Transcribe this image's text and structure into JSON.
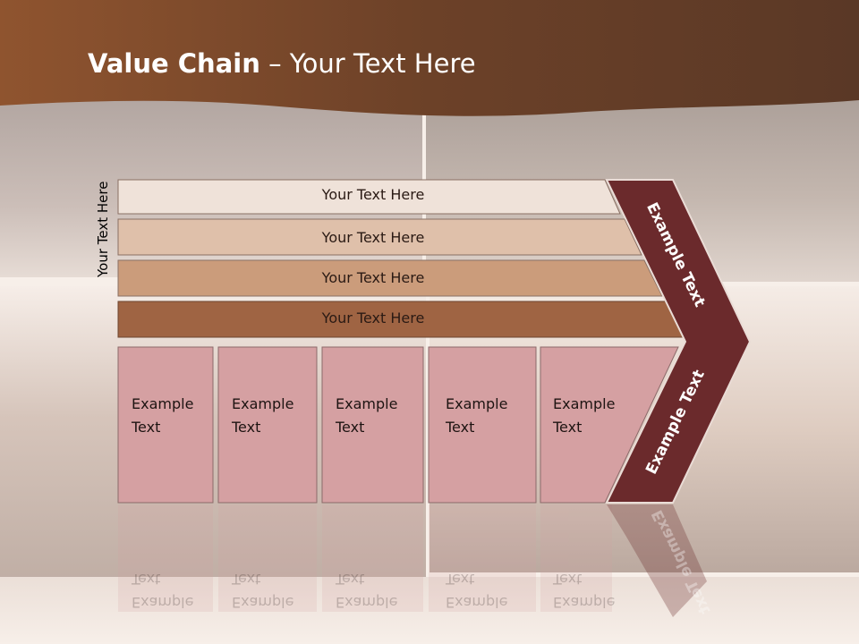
{
  "slide": {
    "title_bold": "Value Chain",
    "title_rest": " – Your Text Here",
    "side_label": "Your Text Here",
    "bars": [
      {
        "label": "Your Text Here",
        "color": "#efe2d9"
      },
      {
        "label": "Your Text Here",
        "color": "#dfc0aa"
      },
      {
        "label": "Your Text Here",
        "color": "#cb9c7b"
      },
      {
        "label": "Your Text Here",
        "color": "#9f6443"
      }
    ],
    "cells": [
      {
        "label": "Example\nText"
      },
      {
        "label": "Example\nText"
      },
      {
        "label": "Example\nText"
      },
      {
        "label": "Example\nText"
      },
      {
        "label": "Example\nText"
      }
    ],
    "chevron_top_label": "Example Text",
    "chevron_bottom_label": "Example Text",
    "colors": {
      "header_brown": "#7c4a2e",
      "chevron": "#6b2a2c",
      "cell_fill": "#d5a0a2"
    }
  }
}
